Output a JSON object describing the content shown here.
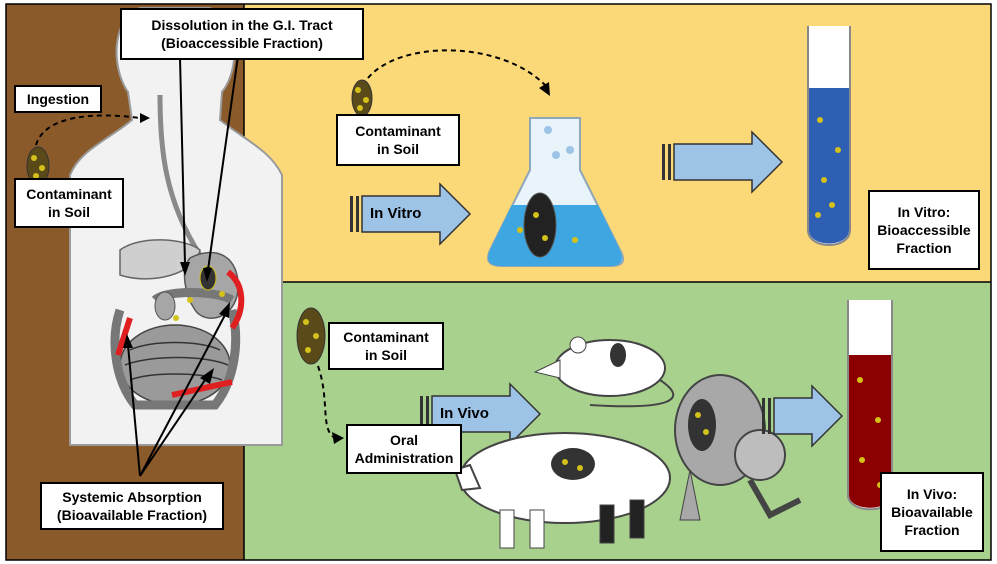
{
  "colors": {
    "soil_brown": "#8b5a2b",
    "in_vitro_panel": "#fbd978",
    "in_vivo_panel": "#a9d18e",
    "arrow_blue": "#9dc3e6",
    "fluid_blue": "#2f5fb3",
    "blood_red": "#8b0000",
    "absorption_red": "#e02020",
    "particle_yellow": "#d4c21a"
  },
  "icons": [
    "soil-particle-icon",
    "human-body-icon",
    "flask-icon",
    "test-tube-icon",
    "rat-icon",
    "pig-icon",
    "monkey-icon"
  ],
  "labels": {
    "dissolution": "Dissolution in the G.I. Tract\n(Bioaccessible Fraction)",
    "ingestion": "Ingestion",
    "contaminant_left": "Contaminant\nin Soil",
    "systemic": "Systemic Absorption\n(Bioavailable Fraction)",
    "contaminant_vitro": "Contaminant\nin Soil",
    "in_vitro_arrow": "In Vitro",
    "in_vitro_result": "In Vitro:\nBioaccessible\nFraction",
    "contaminant_vivo": "Contaminant\nin Soil",
    "oral_admin": "Oral\nAdministration",
    "in_vivo_arrow": "In Vivo",
    "in_vivo_result": "In Vivo:\nBioavailable\nFraction"
  }
}
